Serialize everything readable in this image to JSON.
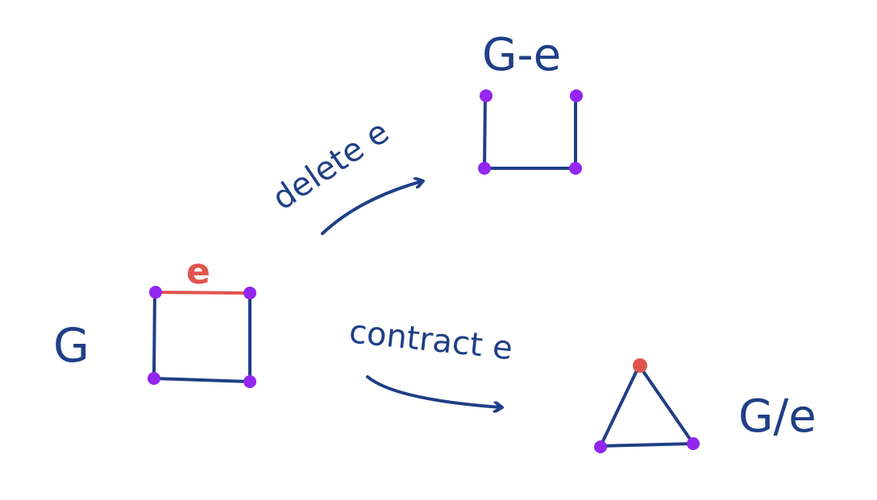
{
  "colors": {
    "edge": "#1f3f86",
    "highlight": "#e0544e",
    "vertex": "#9326ef",
    "background": "#ffffff"
  },
  "labels": {
    "graph_g": "G",
    "edge_e": "e",
    "graph_delete": "G-e",
    "delete_action": "delete e",
    "contract_action": "contract e",
    "graph_contract": "G/e"
  }
}
